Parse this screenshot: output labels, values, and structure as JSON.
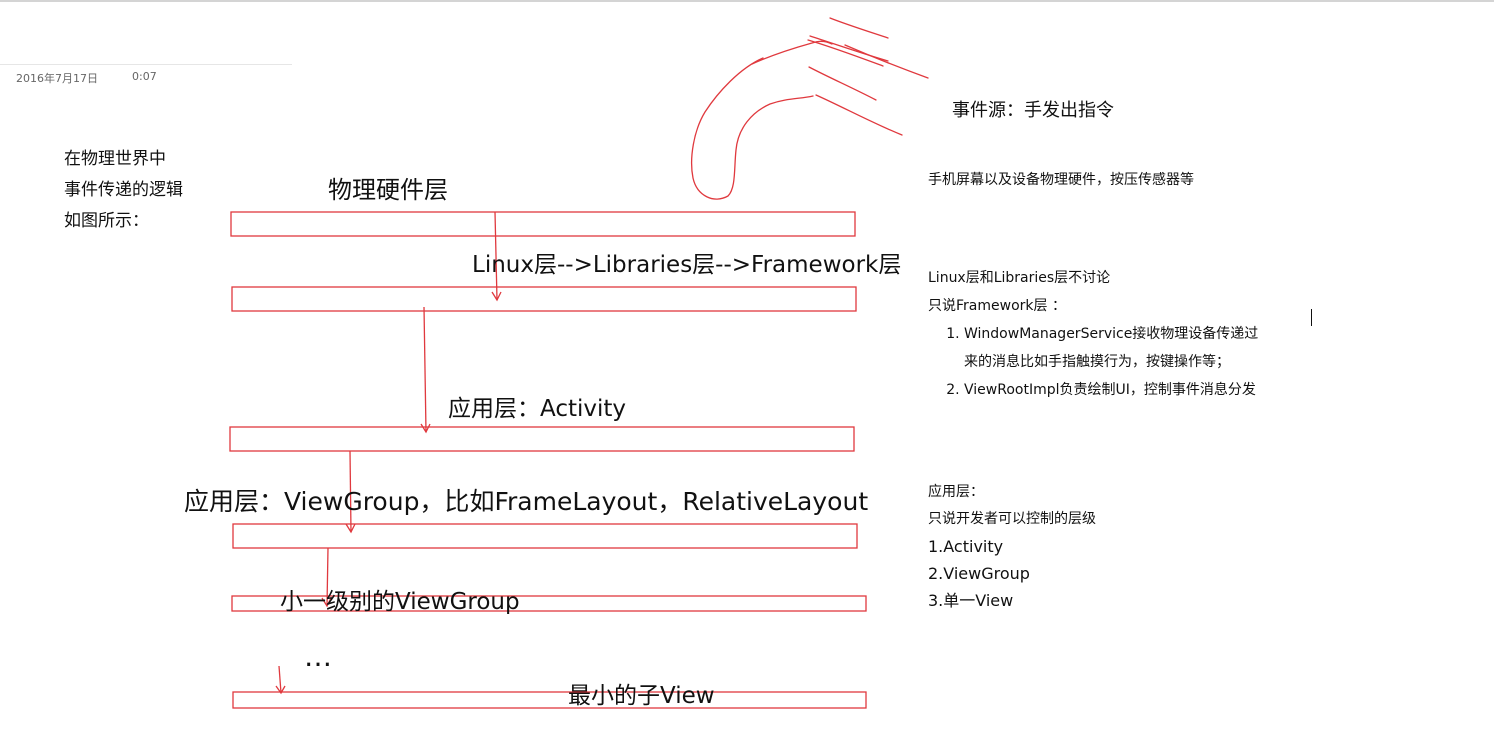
{
  "header": {
    "date": "2016年7月17日",
    "time": "0:07"
  },
  "intro": {
    "lines": [
      "在物理世界中",
      "事件传递的逻辑",
      "如图所示："
    ]
  },
  "diagram": {
    "physical_layer": "物理硬件层",
    "linux_chain": "Linux层-->Libraries层-->Framework层",
    "app_activity": "应用层：Activity",
    "app_viewgroup": "应用层：ViewGroup，比如FrameLayout，RelativeLayout",
    "smaller_viewgroup": "小一级别的ViewGroup",
    "ellipsis": "…",
    "smallest_view": "最小的子View",
    "stroke_color": "#e0393e"
  },
  "notes": {
    "event_source": "事件源：手发出指令",
    "hardware": "手机屏幕以及设备物理硬件，按压传感器等",
    "not_discussed": "Linux层和Libraries层不讨论",
    "framework_only": "只说Framework层 ：",
    "framework_items": [
      "WindowManagerService接收物理设备传递过来的消息比如手指触摸行为，按键操作等；",
      "ViewRootImpl负责绘制UI，控制事件消息分发"
    ],
    "app_layer": "应用层：",
    "dev_controllable": "只说开发者可以控制的层级",
    "levels": [
      "1.Activity",
      "2.ViewGroup",
      "3.单一View"
    ]
  }
}
